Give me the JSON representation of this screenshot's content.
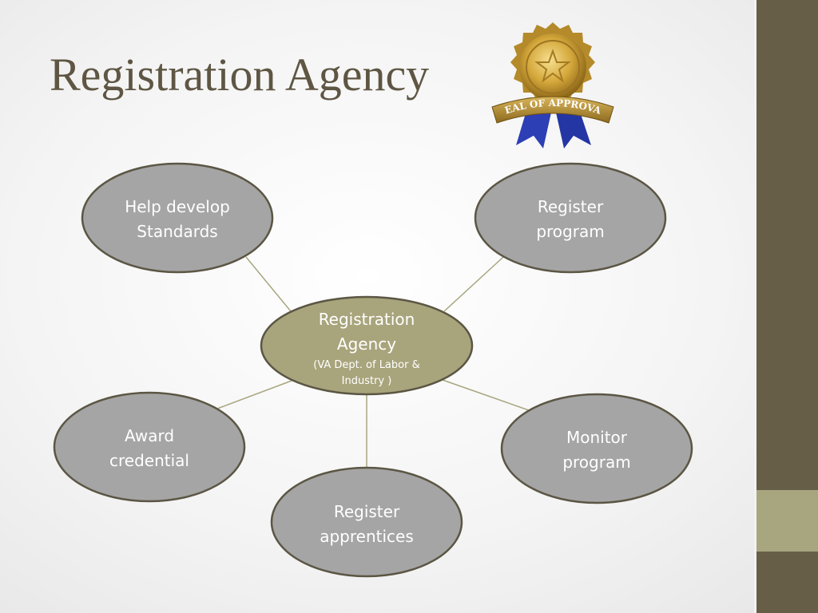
{
  "slide": {
    "title": "Registration Agency"
  },
  "seal": {
    "ribbon_text": "SEAL OF APPROVAL"
  },
  "diagram": {
    "center": {
      "line1": "Registration",
      "line2": "Agency",
      "line3": "(VA Dept. of Labor &",
      "line4": "Industry )"
    },
    "nodes": [
      {
        "line1": "Help develop",
        "line2": "Standards"
      },
      {
        "line1": "Register",
        "line2": "program"
      },
      {
        "line1": "Award",
        "line2": "credential"
      },
      {
        "line1": "Monitor",
        "line2": "program"
      },
      {
        "line1": "Register",
        "line2": "apprentices"
      }
    ]
  },
  "colors": {
    "center_fill": "#a8a47c",
    "node_fill": "#a5a5a5",
    "node_stroke": "#5b5644",
    "connector": "#a8a67f",
    "title": "#5e5643",
    "sidebar": "#675e47",
    "sidebar_accent": "#a8a67f"
  }
}
